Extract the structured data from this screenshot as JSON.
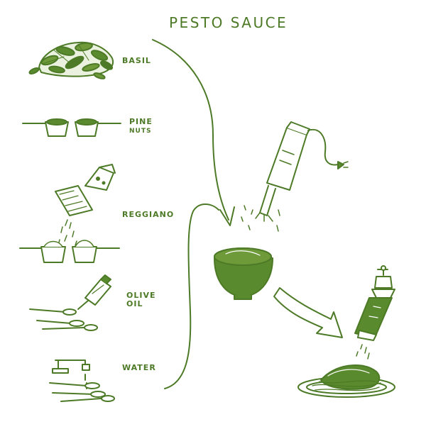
{
  "title": "PESTO SAUCE",
  "ingredients": [
    {
      "label": "BASIL"
    },
    {
      "label": "PINE",
      "label2": "NUTS"
    },
    {
      "label": "REGGIANO"
    },
    {
      "label": "OLIVE",
      "label2": "OIL"
    },
    {
      "label": "WATER"
    }
  ],
  "colors": {
    "ink": "#4d7a26",
    "fill": "#5a8a2e",
    "paper": "#ffffff"
  },
  "icons": [
    "basil-leaves",
    "measuring-cups",
    "cheese-grater",
    "olive-oil-bottle",
    "measuring-spoons",
    "water-faucet",
    "immersion-blender",
    "mixing-bowl",
    "pepper-grinder",
    "pasta-plate"
  ]
}
